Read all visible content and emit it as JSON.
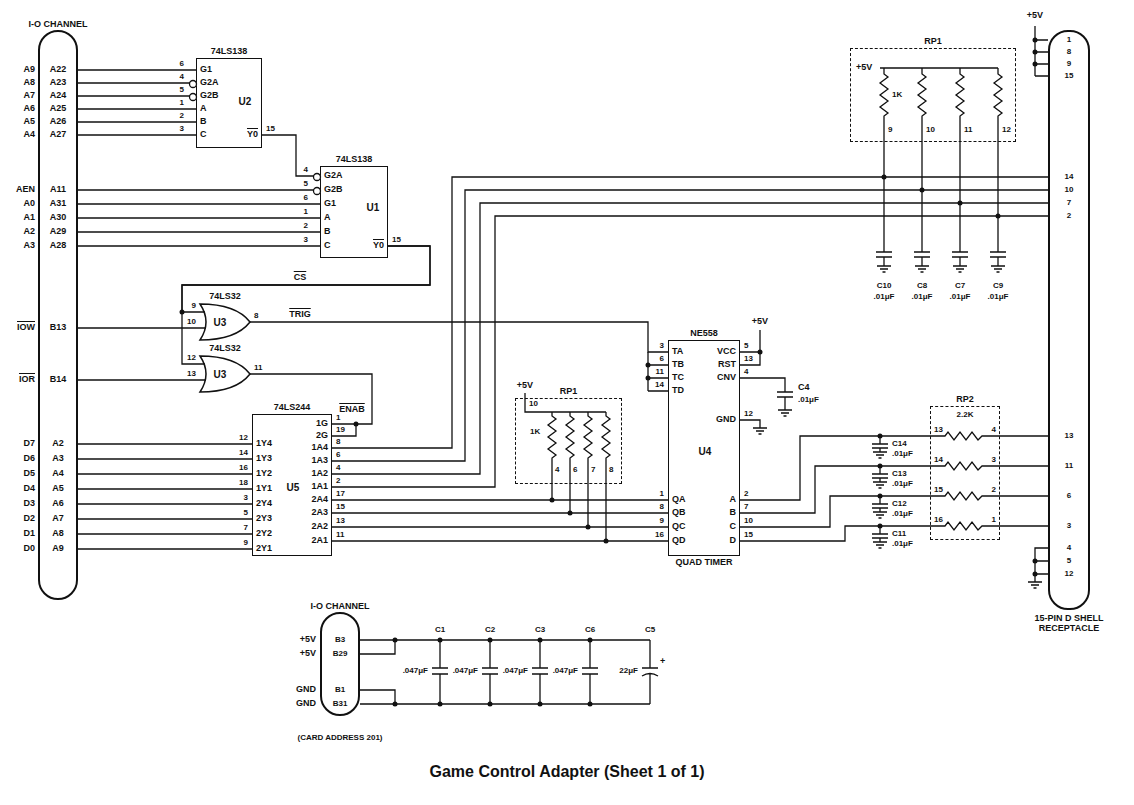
{
  "diagram": {
    "caption": "Game Control Adapter (Sheet 1 of 1)",
    "nodes": [
      {
        "text": [
          "I-O CHANNEL"
        ]
      },
      {
        "text": [
          "74LS138",
          "U2"
        ]
      },
      {
        "text": [
          "74LS138",
          "U1"
        ]
      },
      {
        "text": [
          "74LS32",
          "U3"
        ]
      },
      {
        "text": [
          "74LS32",
          "U3"
        ]
      },
      {
        "text": [
          "74LS244",
          "U5"
        ]
      },
      {
        "text": [
          "RP1"
        ]
      },
      {
        "text": [
          "NE558",
          "U4",
          "QUAD TIMER"
        ]
      },
      {
        "text": [
          "RP1"
        ]
      },
      {
        "text": [
          "RP2"
        ]
      },
      {
        "text": [
          "15-PIN D SHELL RECEPTACLE"
        ]
      },
      {
        "text": [
          "I-O CHANNEL"
        ]
      }
    ],
    "edges": [
      {
        "from": 0,
        "to": 1,
        "arrow": "none"
      },
      {
        "from": 0,
        "to": 1,
        "arrow": "none"
      },
      {
        "from": 0,
        "to": 1,
        "arrow": "none"
      },
      {
        "from": 0,
        "to": 1,
        "arrow": "none"
      },
      {
        "from": 0,
        "to": 1,
        "arrow": "none"
      },
      {
        "from": 0,
        "to": 1,
        "arrow": "none"
      },
      {
        "from": 0,
        "to": 2,
        "arrow": "none"
      },
      {
        "from": 0,
        "to": 2,
        "arrow": "none"
      },
      {
        "from": 0,
        "to": 2,
        "arrow": "none"
      },
      {
        "from": 0,
        "to": 2,
        "arrow": "none"
      },
      {
        "from": 0,
        "to": 2,
        "arrow": "none"
      },
      {
        "from": 1,
        "to": 2,
        "arrow": "none"
      },
      {
        "from": 2,
        "to": 3,
        "arrow": "none"
      },
      {
        "from": 2,
        "to": 4,
        "arrow": "none"
      },
      {
        "from": 0,
        "to": 3,
        "arrow": "none"
      },
      {
        "from": 0,
        "to": 4,
        "arrow": "none"
      },
      {
        "from": 3,
        "to": 7,
        "arrow": "none"
      },
      {
        "from": 4,
        "to": 5,
        "arrow": "none"
      },
      {
        "from": 5,
        "to": 0,
        "arrow": "none"
      },
      {
        "from": 5,
        "to": 0,
        "arrow": "none"
      },
      {
        "from": 5,
        "to": 0,
        "arrow": "none"
      },
      {
        "from": 5,
        "to": 0,
        "arrow": "none"
      },
      {
        "from": 5,
        "to": 0,
        "arrow": "none"
      },
      {
        "from": 5,
        "to": 0,
        "arrow": "none"
      },
      {
        "from": 5,
        "to": 0,
        "arrow": "none"
      },
      {
        "from": 5,
        "to": 0,
        "arrow": "none"
      },
      {
        "from": 10,
        "to": 5,
        "arrow": "none"
      },
      {
        "from": 10,
        "to": 5,
        "arrow": "none"
      },
      {
        "from": 10,
        "to": 5,
        "arrow": "none"
      },
      {
        "from": 10,
        "to": 5,
        "arrow": "none"
      },
      {
        "from": 7,
        "to": 5,
        "arrow": "none"
      },
      {
        "from": 7,
        "to": 5,
        "arrow": "none"
      },
      {
        "from": 7,
        "to": 5,
        "arrow": "none"
      },
      {
        "from": 7,
        "to": 5,
        "arrow": "none"
      },
      {
        "from": 7,
        "to": 9,
        "arrow": "none"
      },
      {
        "from": 7,
        "to": 9,
        "arrow": "none"
      },
      {
        "from": 7,
        "to": 9,
        "arrow": "none"
      },
      {
        "from": 7,
        "to": 9,
        "arrow": "none"
      },
      {
        "from": 9,
        "to": 10,
        "arrow": "none"
      },
      {
        "from": 9,
        "to": 10,
        "arrow": "none"
      },
      {
        "from": 9,
        "to": 10,
        "arrow": "none"
      },
      {
        "from": 9,
        "to": 10,
        "arrow": "none"
      }
    ],
    "labels": [
      "A9",
      "A22",
      "A8",
      "A23",
      "A7",
      "A24",
      "A6",
      "A25",
      "A5",
      "A26",
      "A4",
      "A27",
      "AEN",
      "A11",
      "A0",
      "A31",
      "A1",
      "A30",
      "A2",
      "A29",
      "A3",
      "A28",
      "IOW",
      "B13",
      "IOR",
      "B14",
      "D7",
      "A2",
      "D6",
      "A3",
      "D5",
      "A4",
      "D4",
      "A5",
      "D3",
      "A6",
      "D2",
      "A7",
      "D1",
      "A8",
      "D0",
      "A9",
      "6",
      "G1",
      "4",
      "G2A",
      "5",
      "G2B",
      "1",
      "A",
      "2",
      "B",
      "3",
      "C",
      "Y0",
      "15",
      "4",
      "G2A",
      "5",
      "G2B",
      "6",
      "G1",
      "1",
      "A",
      "2",
      "B",
      "3",
      "C",
      "Y0",
      "15",
      "CS",
      "9",
      "10",
      "8",
      "TRIG",
      "12",
      "13",
      "11",
      "ENAB",
      "12",
      "1Y4",
      "14",
      "1Y3",
      "16",
      "1Y2",
      "18",
      "1Y1",
      "3",
      "2Y4",
      "5",
      "2Y3",
      "7",
      "2Y2",
      "9",
      "2Y1",
      "1G",
      "1",
      "2G",
      "19",
      "1A4",
      "8",
      "1A3",
      "6",
      "1A2",
      "4",
      "1A1",
      "2",
      "2A4",
      "17",
      "2A3",
      "15",
      "2A2",
      "13",
      "2A1",
      "11",
      "3",
      "TA",
      "6",
      "TB",
      "11",
      "TC",
      "14",
      "TD",
      "1",
      "QA",
      "8",
      "QB",
      "9",
      "QC",
      "16",
      "QD",
      "VCC",
      "5",
      "RST",
      "13",
      "CNV",
      "4",
      "GND",
      "12",
      "A",
      "2",
      "B",
      "7",
      "C",
      "10",
      "D",
      "15",
      "+5V",
      "C4",
      ".01μF",
      "+5V",
      "10",
      "1K",
      "4",
      "6",
      "7",
      "8",
      "+5V",
      "1K",
      "9",
      "10",
      "11",
      "12",
      "C10",
      ".01μF",
      "C8",
      ".01μF",
      "C7",
      ".01μF",
      "C9",
      ".01μF",
      "+5V",
      "1",
      "8",
      "9",
      "15",
      "14",
      "10",
      "7",
      "2",
      "13",
      "11",
      "6",
      "3",
      "4",
      "5",
      "12",
      "2.2K",
      "13",
      "14",
      "15",
      "16",
      "4",
      "3",
      "2",
      "1",
      "C14",
      ".01μF",
      "C13",
      ".01μF",
      "C12",
      ".01μF",
      "C11",
      ".01μF",
      "+5V",
      "B3",
      "+5V",
      "B29",
      "GND",
      "B1",
      "GND",
      "B31",
      "C1",
      "C2",
      "C3",
      "C6",
      "C5",
      ".047μF",
      ".047μF",
      ".047μF",
      ".047μF",
      "22μF",
      "+",
      "(CARD ADDRESS 201)"
    ]
  }
}
